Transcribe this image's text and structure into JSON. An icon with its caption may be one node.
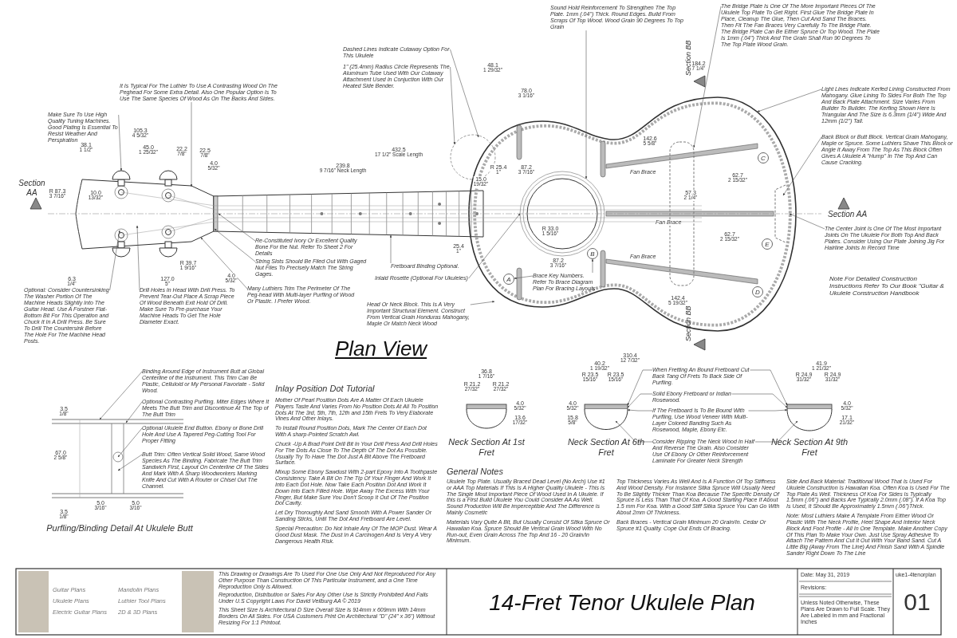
{
  "diagram": {
    "title": "14-Fret Tenor Ukulele Plan",
    "nodes": [
      {
        "text": [
          "It Is Typical For The Luthier To Use A Contrasting Wood On The Peghead For Some Extra Detail. Also One Popular Option Is To Use The Same Species Of Wood As On The Backs And Sides."
        ]
      },
      {
        "text": [
          "Optional: Consider Countersinking The Washer Portion Of The Machine Heads Slightly Into The Guitar Head. Use A Forstner Flat-Bottom Bit For This Operation and Chuck It In A Drill Press. Be Sure To Drill The Countersink Before The Hole For The Machine Head Posts."
        ]
      },
      {
        "text": [
          "Drill Holes In Head With Drill Press. To Prevent Tear-Out Place A Scrap Piece Of Wood Beneath Exit Hold Of Drill. Make Sure To Pre-purchase Your Machine Heads To Get The Hole Diameter Exact."
        ]
      },
      {
        "text": [
          "Many Luthiers Trim The Perimeter Of The Peg-head With Multi-layer Purfling of Wood Or Plastic. I Prefer Wood."
        ]
      },
      {
        "text": [
          "Make Sure To Use High Quality Tuning Machines. Good Plating Is Essential To Resist Weather And Perspiration"
        ]
      },
      {
        "text": [
          "Re-Constituted Ivory Or Excellent Quality Bone For the Nut. Refer To Sheet 2 For Details"
        ]
      },
      {
        "text": [
          "String Slots Should Be Filed Out With Gaged Nut Files To Precisely Match The String Gages."
        ]
      },
      {
        "text": [
          "Fretboard Binding Optional."
        ]
      },
      {
        "text": [
          "Dashed Lines Indicate Cutaway Option For This Ukulele"
        ]
      },
      {
        "text": [
          "1\" (25.4mm) Radius Circle Represents The Aluminum Tube Used With Our Cutaway Attachment Used In Conjuction With Our Heated Side Bender."
        ]
      },
      {
        "text": [
          "Sound Hold Reinforcement To Strengthen The Top Plate. 1mm (.04\") Thick. Round Edges. Build From Scraps Of Top Wood. Wood Grain 90 Degrees To Top Grain"
        ]
      },
      {
        "text": [
          "Inlaid Rosette (Optional For Ukuleles)"
        ]
      },
      {
        "text": [
          "Brace Key Numbers. Refer To Brace Diagram Plan For Bracing Layouts"
        ]
      },
      {
        "text": [
          "Head Or Neck Block. This Is A Very Important Structural Element. Construct From Vertical Grain Honduras Mahogany, Maple Or Match Neck Wood"
        ]
      },
      {
        "text": [
          "The Bridge Plate Is One Of The More Important Pieces Of The Ukulele Top Plate To Get Right. First Glue The Bridge Plate In Place, Cleanup The Glue, Then Cut And Sand The Braces. Then Fit The Fan Braces Very Carefully To The Bridge Plate. The Bridge Plate Can Be Either Spruce Or Top Wood. The Plate Is 1mm (.04\") Thick And The Grain Shall Run 90 Degrees To The Top Plate Wood Grain."
        ]
      },
      {
        "text": [
          "Light Lines Indicate Kerfed Lining Constructed From Mahogany. Glue Lining To Sides For Both The Top And Back Plate Attachment. Size Varies From Builder To Builder. The Kerfing Shown Here Is Triangular And The Size Is 6.3mm (1/4\") Wide And 12mm (1/2\") Tall."
        ]
      },
      {
        "text": [
          "Back Block or Butt Block. Vertical Grain Mahogany, Maple or Spruce. Some Luthiers Shave This Block or Angle It Away From The Top As This Block Often Gives A Ukulele A \"Hump\" In The Top And Can Cause Cracking."
        ]
      },
      {
        "text": [
          "The Center Joint Is One Of The Most Important Joints On The Ukulele For Both Top And Back Plates. Consider Using Our Plate Joining Jig For Hairline Joints In Record Time"
        ]
      },
      {
        "text": [
          "Binding Around Edge of Instrument Butt at Global Centerline of the Instrument. This Trim Can Be Plastic, Celluloid or My Personal Favoriate - Solid Wood."
        ]
      },
      {
        "text": [
          "Optional Contrasting Purfling. Miter Edges Where It Meets The Butt Trim and Discontinue At The Top of The Butt Trim"
        ]
      },
      {
        "text": [
          "Optional Ukulele End Button. Ebony or Bone Drill Hole And Use A Tapered Peg-Cutting Tool For Proper Fitting"
        ]
      },
      {
        "text": [
          "Butt Trim: Often Vertical Solid Wood, Same Wood Species As The Binding. Fabricate The Butt Trim Sandwich First, Layout On Centerline Of The Sides And Mark With A Sharp Woodworkers Marking Knife And Cut With A Router or Chisel Out The Channel."
        ]
      },
      {
        "text": [
          "When Fretting An Bound Fretboard Cut Back Tang Of Frets To Back Side Of Purfling."
        ]
      },
      {
        "text": [
          "Solid Ebony Fretboard or Indian Rosewood."
        ]
      },
      {
        "text": [
          "If The Fretboard Is To Be Bound With Purfling, Use Wood Veneer With Multi-Layer Colored Banding Such As Rosewood, Maple, Ebony Etc."
        ]
      },
      {
        "text": [
          "Consider Ripping The Neck Wood In Half And Reverse The Grain. Also Consider Use Of Ebony Or Other Reinforcement Laminate For Greater Neck Strength"
        ]
      },
      {
        "text": [
          "A"
        ]
      },
      {
        "text": [
          "B"
        ]
      },
      {
        "text": [
          "C"
        ]
      },
      {
        "text": [
          "D"
        ]
      },
      {
        "text": [
          "E"
        ]
      },
      {
        "text": [],
        "shape": "picture"
      },
      {
        "text": [],
        "shape": "picture"
      },
      {
        "text": [],
        "shape": "picture"
      }
    ],
    "edges": [
      {
        "from": 0,
        "to": null,
        "arrow": "to"
      },
      {
        "from": 1,
        "to": null,
        "arrow": "to"
      },
      {
        "from": 2,
        "to": null,
        "arrow": "to"
      },
      {
        "from": 3,
        "to": null,
        "arrow": "to"
      },
      {
        "from": 4,
        "to": null,
        "arrow": "to"
      },
      {
        "from": 5,
        "to": null,
        "arrow": "to"
      },
      {
        "from": 6,
        "to": null,
        "arrow": "to"
      },
      {
        "from": 7,
        "to": null,
        "arrow": "to"
      },
      {
        "from": 8,
        "to": null,
        "arrow": "to"
      },
      {
        "from": 9,
        "to": null,
        "arrow": "to"
      },
      {
        "from": 10,
        "to": null,
        "arrow": "to"
      },
      {
        "from": 11,
        "to": null,
        "arrow": "to"
      },
      {
        "from": 12,
        "to": 26,
        "arrow": "to"
      },
      {
        "from": 12,
        "to": 27,
        "arrow": "to"
      },
      {
        "from": 13,
        "to": null,
        "arrow": "to"
      },
      {
        "from": 14,
        "to": null,
        "arrow": "to"
      },
      {
        "from": 15,
        "to": null,
        "arrow": "to"
      },
      {
        "from": 16,
        "to": null,
        "arrow": "to"
      },
      {
        "from": 17,
        "to": null,
        "arrow": "to"
      },
      {
        "from": 18,
        "to": 31,
        "arrow": "to"
      },
      {
        "from": 19,
        "to": 31,
        "arrow": "to"
      },
      {
        "from": 20,
        "to": 31,
        "arrow": "to"
      },
      {
        "from": 21,
        "to": 31,
        "arrow": "to"
      },
      {
        "from": 22,
        "to": 32,
        "arrow": "to"
      },
      {
        "from": 22,
        "to": 33,
        "arrow": "to"
      },
      {
        "from": 23,
        "to": 32,
        "arrow": "to"
      },
      {
        "from": 23,
        "to": 33,
        "arrow": "to"
      },
      {
        "from": 24,
        "to": 32,
        "arrow": "to"
      },
      {
        "from": 24,
        "to": 33,
        "arrow": "to"
      },
      {
        "from": 25,
        "to": 32,
        "arrow": "to"
      },
      {
        "from": 25,
        "to": 33,
        "arrow": "to"
      }
    ],
    "labels": [
      "Section AA",
      "105.3 4 5/32\"",
      "38.1 1 1/2\"",
      "45.0 1 25/32\"",
      "22.2 7/8\"",
      "22.5 7/8\"",
      "4.0 5/32\"",
      "R 87.3 3 7/16\"",
      "10.0 13/32\"",
      "6.3 1/4\"",
      "127.0 5\"",
      "4.0 5/32\"",
      "R 39.7 1 9/16\"",
      "239.8 9 7/16\" Neck Length",
      "432.5 17 1/2\" Scale Length",
      "48.1 1 29/32\"",
      "78.0 3 1/16\"",
      "184.2 7 1/4\"",
      "R 25.4 1\"",
      "87.2 3 7/16\"",
      "15.0 19/32\"",
      "25.4 1\"",
      "87.2 3 7/16\"",
      "R 33.0 1 5/16\"",
      "Fan Brace",
      "Section BB",
      "142.6 5 5/8\"",
      "Fan Brace",
      "57.3 2 1/4\"",
      "62.7 2 15/32\"",
      "Section AA",
      "62.7 2 15/32\"",
      "Fan Brace",
      "142.4 5 19/32\"",
      "Section BB",
      "310.4 12 7/32\"",
      "Plan View",
      "3.5 1/8\"",
      "67.0 2 5/8\"",
      "5.0 3/16\"",
      "5.0 3/16\"",
      "3.5 1/8\"",
      "Purfling/Binding Detail At Ukulele Butt",
      "Inlay Position Dot Tutorial",
      "Mother Of Pearl Position Dots Are A Matter Of Each Ukulele Players Taste And Varies From No Position Dots At All To Position Dots At The 3rd, 5th, 7th, 12th and 15th Frets To Very Elaborate Vines And Other Inlays.",
      "To Install Round Position Dots, Mark The Center Of Each Dot With A sharp-Pointed Scratch Awl.",
      "Chuck -Up A Brad Point Drill Bit In Your Drill Press And Drill Holes For The Dots As Close To The Depth Of The Dot As Possible. Usually Try To Have The Dot Just A Bit Above The Fretboard Surface.",
      "Mixup Some Ebony Sawdust With 2-part Epoxy Into A Toothpaste Consistency. Take A Bit On The Tip Of Your Finger And Work It Into Each Dot Hole. Now Take Each Position Dot And Work It Down Into Each Filled Hole. Wipe Away The Excess With Your Finger, But Make Sure You Don't Scoop It Out Of The Position Dot Cavity.",
      "Let Dry Thoroughly And Sand Smooth With A Power Sander Or Sanding Sticks, Until The Dot And Fretboard Are Level.",
      "Special Precaution: Do Not Inhale Any Of The MOP Dust. Wear A Good Dust Mask. The Dust In A Carcinogen And Is Very A Very Dangerous Health Risk.",
      "36.8 1 7/16\"",
      "R 21.2 27/32\"",
      "R 21.2 27/32\"",
      "4.0 5/32\"",
      "13.6 17/32\"",
      "Neck Section At 1st Fret",
      "40.2 1 19/32\"",
      "R 23.5 15/16\"",
      "R 23.5 15/16\"",
      "4.0 5/32\"",
      "15.8 5/8\"",
      "Neck Section At 6th Fret",
      "41.9 1 21/32\"",
      "R 24.9 31/32\"",
      "R 24.9 31/32\"",
      "4.0 5/32\"",
      "17.1 21/32\"",
      "Neck Section At 9th Fret",
      "General Notes",
      "Ukulele Top Plate. Usually Braced Dead Level (No Arch) Use #1 or AAA Top Materials If This Is A Higher Quality Ukulele - This Is The Single Most Important Piece Of Wood Used In A Ukulele. If this is a First Build Ukulele You Could Consider AA As Well. Sound Production Will Be imperceptible And The Difference is Mainly Cosmetic",
      "Materials Vary Quite A Bit, But Usually Consist Of Sitka Spruce Or Hawaiian Koa. Spruce Should Be Vertical Grain Wood With No Run-out, Even Grain Across The Top And 16 - 20 Grain/In Minimum.",
      "Top Thickness Varies As Well And Is A Function Of Top Stiffness And Wood Density. For Instance Sitka Spruce Will Usually Need To Be Slightly Thicker Than Koa Because The Specific Density Of Spruce Is Less Than That Of Koa. A Good Starting Place If About 1.5 mm For Koa. With a Good Stiff Sitka Spruce You Can Go With About 2mm Of Thickness.",
      "Back Braces - Vertical Grain Minimum 20 Grain/In. Cedar Or Spruce #1 Quality. Cope Out Ends Of Bracing.",
      "Side And Back Material: Traditional Wood That Is Used For Ukulele Construction Is Hawaiian Koa. Often Koa Is Used For The Top Plate As Well. Thickness Of Koa For Sides Is Typically 1.5mm (.06\") and Backs Are Typically 2.0mm (.08\"). If A Koa Top Is Used, It Should Be Approximately 1.5mm (.06\")Thick.",
      "Note: Most Luthiers Make A Template From Either Wood Or Plastic With The Neck Profile, Heel Shape And Interior Neck Block And Foot Profile - All In One Template. Make Another Copy Of This Plan To Make Your Own. Just Use Spray Adhesive To Attach The Pattern And Cut It Out With Your Band Sand. Cut A Little Big (Away From The Line) And Finish Sand With A Spindle Sander Right Down To The Line",
      "Note For Detailed Construction Instructions Refer To Our Book \"Guitar & Ukulele Construction Handbook",
      "Guitar Plans",
      "Mandolin Plans",
      "Ukulele Plans",
      "Luthier Tool Plans",
      "Electric Guitar Plans",
      "2D & 3D Plans",
      "This Drawing or Drawings Are To Used For One Use Only And Not Reproduced For Any Other Purpose Than Construction Of This Particular Instrument, and a One Time Reproduction Only is Allowed.",
      "Reproduction, Distribution or Sales For Any Other Use Is Strictly Prohibited And Falls Under U.S Copyright Laws For David Veilburg AA © 2019",
      "This Sheet Size Is Architectural D Size Overall Size is 914mm x 609mm With 14mm Borders On All Sides. For USA Customers Print On Architectural \"D\" (24\" x 36\") Without Resizing For 1:1 Printout.",
      "Date: May 31, 2019",
      "Revisions:",
      "Unless Noted Otherwise, These Plans Are Drawn to Full Scale. They Are Labeled in mm and Fractional Inches",
      "uke1-4tenorplan",
      "01"
    ]
  }
}
